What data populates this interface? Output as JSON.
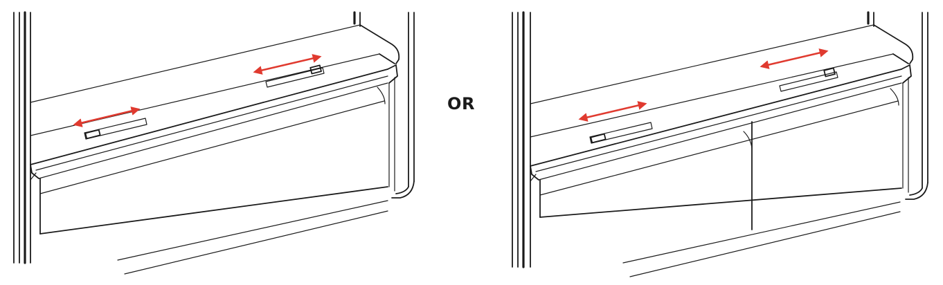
{
  "separator_text": "OR",
  "colors": {
    "line": "#1a1a1a",
    "arrow": "#e03a2f",
    "background": "#ffffff"
  },
  "panels": [
    {
      "variant": "single-drawer",
      "controls": [
        "left-slider",
        "right-slider"
      ],
      "arrows": [
        "double-headed",
        "double-headed"
      ]
    },
    {
      "variant": "two-drawers",
      "controls": [
        "left-slider",
        "right-slider"
      ],
      "arrows": [
        "double-headed",
        "double-headed"
      ]
    }
  ]
}
